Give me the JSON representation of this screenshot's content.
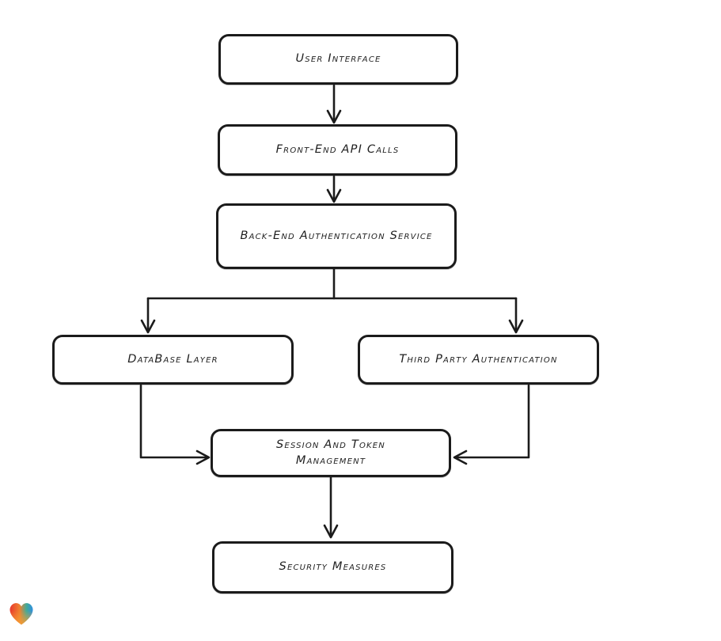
{
  "diagram": {
    "type": "flowchart",
    "background_color": "#ffffff",
    "stroke_color": "#1b1b1b",
    "node_fill_color": "#ffffff",
    "nodes": [
      {
        "id": "user-interface",
        "label": "User Interface"
      },
      {
        "id": "front-end-api-calls",
        "label": "Front-End API Calls"
      },
      {
        "id": "back-end-authentication-service",
        "label": "Back-End Authentication Service"
      },
      {
        "id": "database-layer",
        "label": "DataBase Layer"
      },
      {
        "id": "third-party-authentication",
        "label": "Third Party Authentication"
      },
      {
        "id": "session-and-token-management",
        "label": "Session And Token Management"
      },
      {
        "id": "security-measures",
        "label": "Security Measures"
      }
    ],
    "edges": [
      {
        "from": "user-interface",
        "to": "front-end-api-calls"
      },
      {
        "from": "front-end-api-calls",
        "to": "back-end-authentication-service"
      },
      {
        "from": "back-end-authentication-service",
        "to": "database-layer"
      },
      {
        "from": "back-end-authentication-service",
        "to": "third-party-authentication"
      },
      {
        "from": "database-layer",
        "to": "session-and-token-management"
      },
      {
        "from": "third-party-authentication",
        "to": "session-and-token-management"
      },
      {
        "from": "session-and-token-management",
        "to": "security-measures"
      }
    ]
  },
  "logo": {
    "name": "heart-logo",
    "gradient_colors": [
      "#e8382e",
      "#f0802f",
      "#43ab96",
      "#2f8fe0",
      "#f59c33"
    ]
  }
}
